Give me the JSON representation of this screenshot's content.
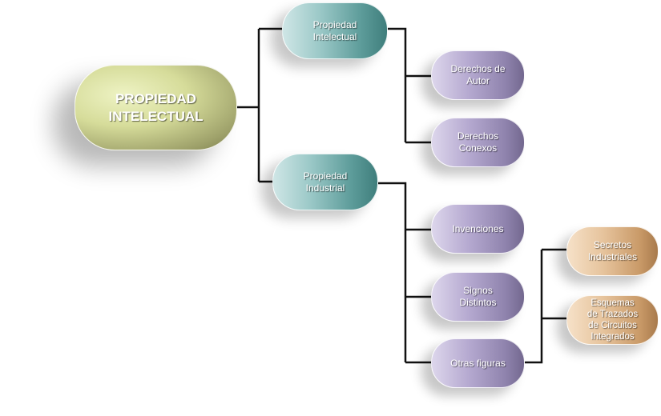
{
  "diagram": {
    "root": "PROPIEDAD\nINTELECTUAL",
    "level1": {
      "intelectual": "Propiedad\nIntelectual",
      "industrial": "Propiedad\nIndustrial"
    },
    "intelectual_children": {
      "autor": "Derechos de\nAutor",
      "conexos": "Derechos\nConexos"
    },
    "industrial_children": {
      "invenciones": "Invenciones",
      "signos": "Signos\nDistintos",
      "otras": "Otras figuras"
    },
    "otras_children": {
      "secretos": "Secretos\nIndustriales",
      "esquemas": "Esquemas\nde Trazados\nde Circuitos\nIntegrados"
    }
  }
}
